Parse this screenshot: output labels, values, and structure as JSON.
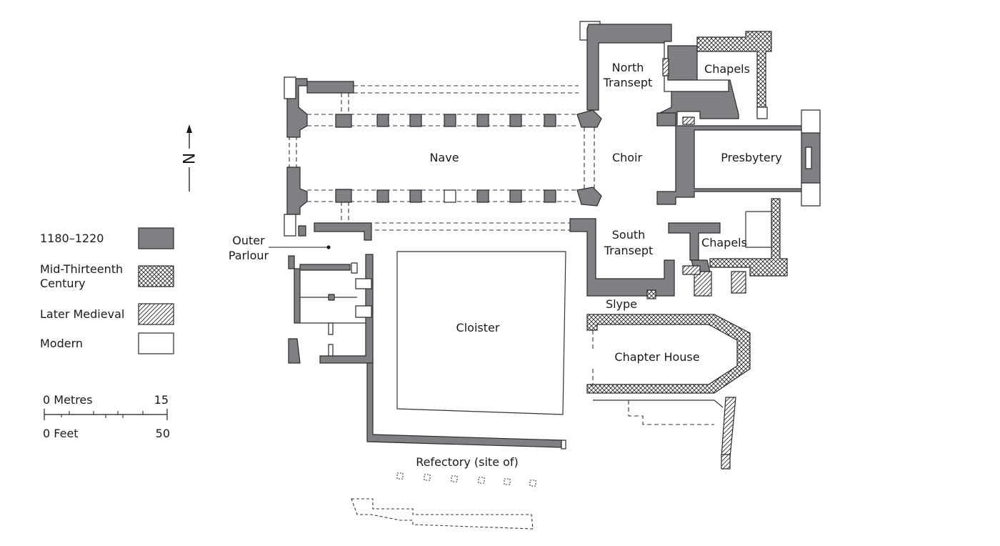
{
  "labels": {
    "north_transept_1": "North",
    "north_transept_2": "Transept",
    "chapels_north": "Chapels",
    "nave": "Nave",
    "choir": "Choir",
    "presbytery": "Presbytery",
    "south_transept_1": "South",
    "south_transept_2": "Transept",
    "chapels_south": "Chapels",
    "outer_parlour_1": "Outer",
    "outer_parlour_2": "Parlour",
    "cloister": "Cloister",
    "slype": "Slype",
    "chapter_house": "Chapter House",
    "refectory": "Refectory (site of)"
  },
  "north_arrow": {
    "letter": "N"
  },
  "legend": {
    "items": [
      {
        "label": "1180–1220",
        "style": "solid-grey"
      },
      {
        "label_1": "Mid-Thirteenth",
        "label_2": "Century",
        "style": "cross-hatch"
      },
      {
        "label": "Later Medieval",
        "style": "diagonal-hatch"
      },
      {
        "label": "Modern",
        "style": "white"
      }
    ],
    "fill_color": "#7f7f84"
  },
  "scale": {
    "metres_label": "0 Metres",
    "metres_max": "15",
    "feet_label": "0 Feet",
    "feet_max": "50"
  }
}
